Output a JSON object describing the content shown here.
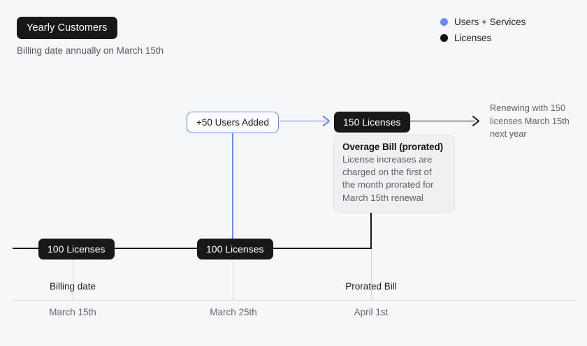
{
  "header": {
    "title": "Yearly Customers",
    "subtitle": "Billing date annually on March 15th"
  },
  "legend": {
    "items": [
      {
        "label": "Users + Services",
        "color": "#6b8afd",
        "icon": "circle-icon"
      },
      {
        "label": "Licenses",
        "color": "#111214",
        "icon": "circle-icon"
      }
    ]
  },
  "nodes": {
    "users_added": "+50 Users Added",
    "licenses_150": "150 Licenses",
    "licenses_100_start": "100 Licenses",
    "licenses_100_mid": "100 Licenses"
  },
  "tooltip": {
    "title": "Overage Bill (prorated)",
    "body": "License increases are charged on the first of the month prorated for March 15th renewal"
  },
  "note": {
    "renewing": "Renewing with 150 licenses March 15th next year"
  },
  "timeline": {
    "events": [
      {
        "caption": "Billing date",
        "date": "March 15th"
      },
      {
        "caption": "",
        "date": "March 25th"
      },
      {
        "caption": "Prorated Bill",
        "date": "April 1st"
      }
    ]
  },
  "colors": {
    "accent_blue": "#6b8afd",
    "ink": "#17181a",
    "background": "#f6f7f9",
    "muted_text": "#5c6068"
  }
}
